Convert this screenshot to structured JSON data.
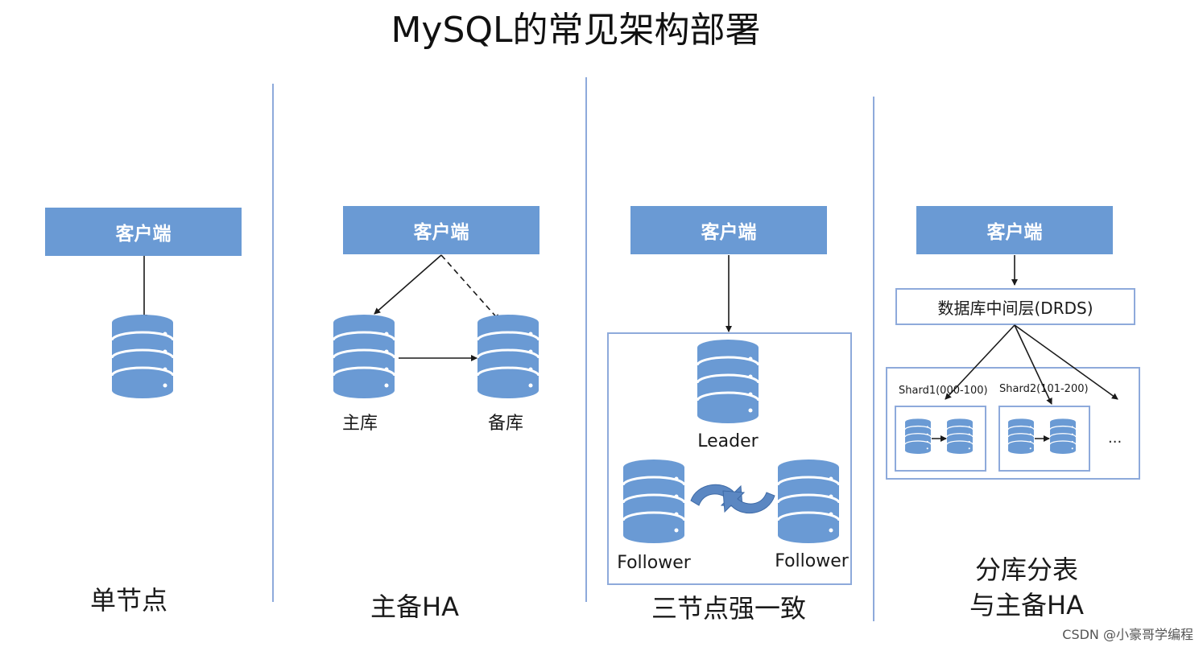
{
  "title": "MySQL的常见架构部署",
  "panels": {
    "single": {
      "client": "客户端",
      "caption": "单节点"
    },
    "ha": {
      "client": "客户端",
      "primary": "主库",
      "standby": "备库",
      "caption": "主备HA"
    },
    "three_node": {
      "client": "客户端",
      "leader": "Leader",
      "follower_left": "Follower",
      "follower_right": "Follower",
      "caption": "三节点强一致"
    },
    "sharding": {
      "client": "客户端",
      "middleware": "数据库中间层(DRDS)",
      "shard1": "Shard1(000-100)",
      "shard2": "Shard2(101-200)",
      "more": "...",
      "caption_line1": "分库分表",
      "caption_line2": "与主备HA"
    }
  },
  "watermark": "CSDN @小豪哥学编程",
  "colors": {
    "accent": "#6a9ad4",
    "divider": "#8eaadb",
    "db_fill": "#6a9ad4",
    "arrow": "#1a1a1a"
  },
  "icons": [
    "database-icon",
    "sync-arrows-icon"
  ]
}
